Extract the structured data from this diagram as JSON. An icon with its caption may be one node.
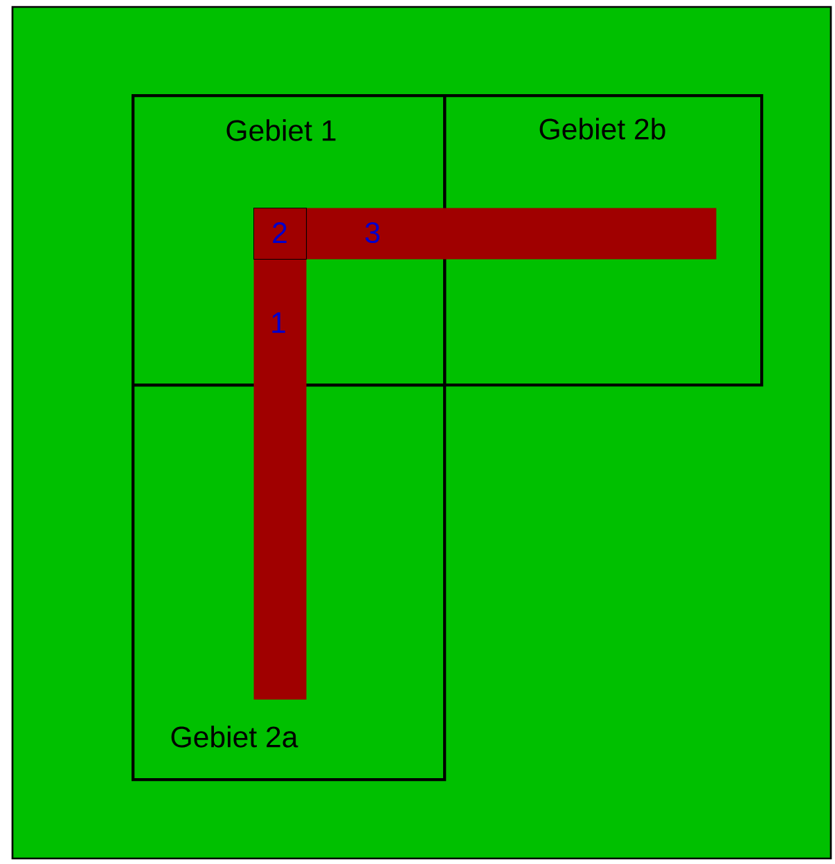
{
  "diagram": {
    "nodes": [
      {
        "text": [
          "Gebiet 1"
        ]
      },
      {
        "text": [
          "Gebiet 2b"
        ]
      },
      {
        "text": [
          "2"
        ],
        "in": 0
      },
      {
        "text": [
          "3"
        ]
      },
      {
        "text": [
          "1"
        ]
      },
      {
        "text": [
          "Gebiet 2a"
        ]
      }
    ]
  }
}
